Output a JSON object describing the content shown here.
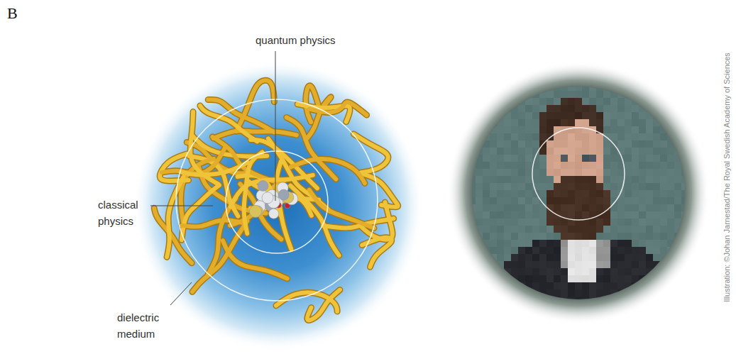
{
  "diagram": {
    "labels": [
      "B",
      "quantum physics",
      "classical physics",
      "dielectric medium",
      "Illustration: ©Johan Jarnestad/The Royal Swedish Academy of Sciences"
    ]
  }
}
